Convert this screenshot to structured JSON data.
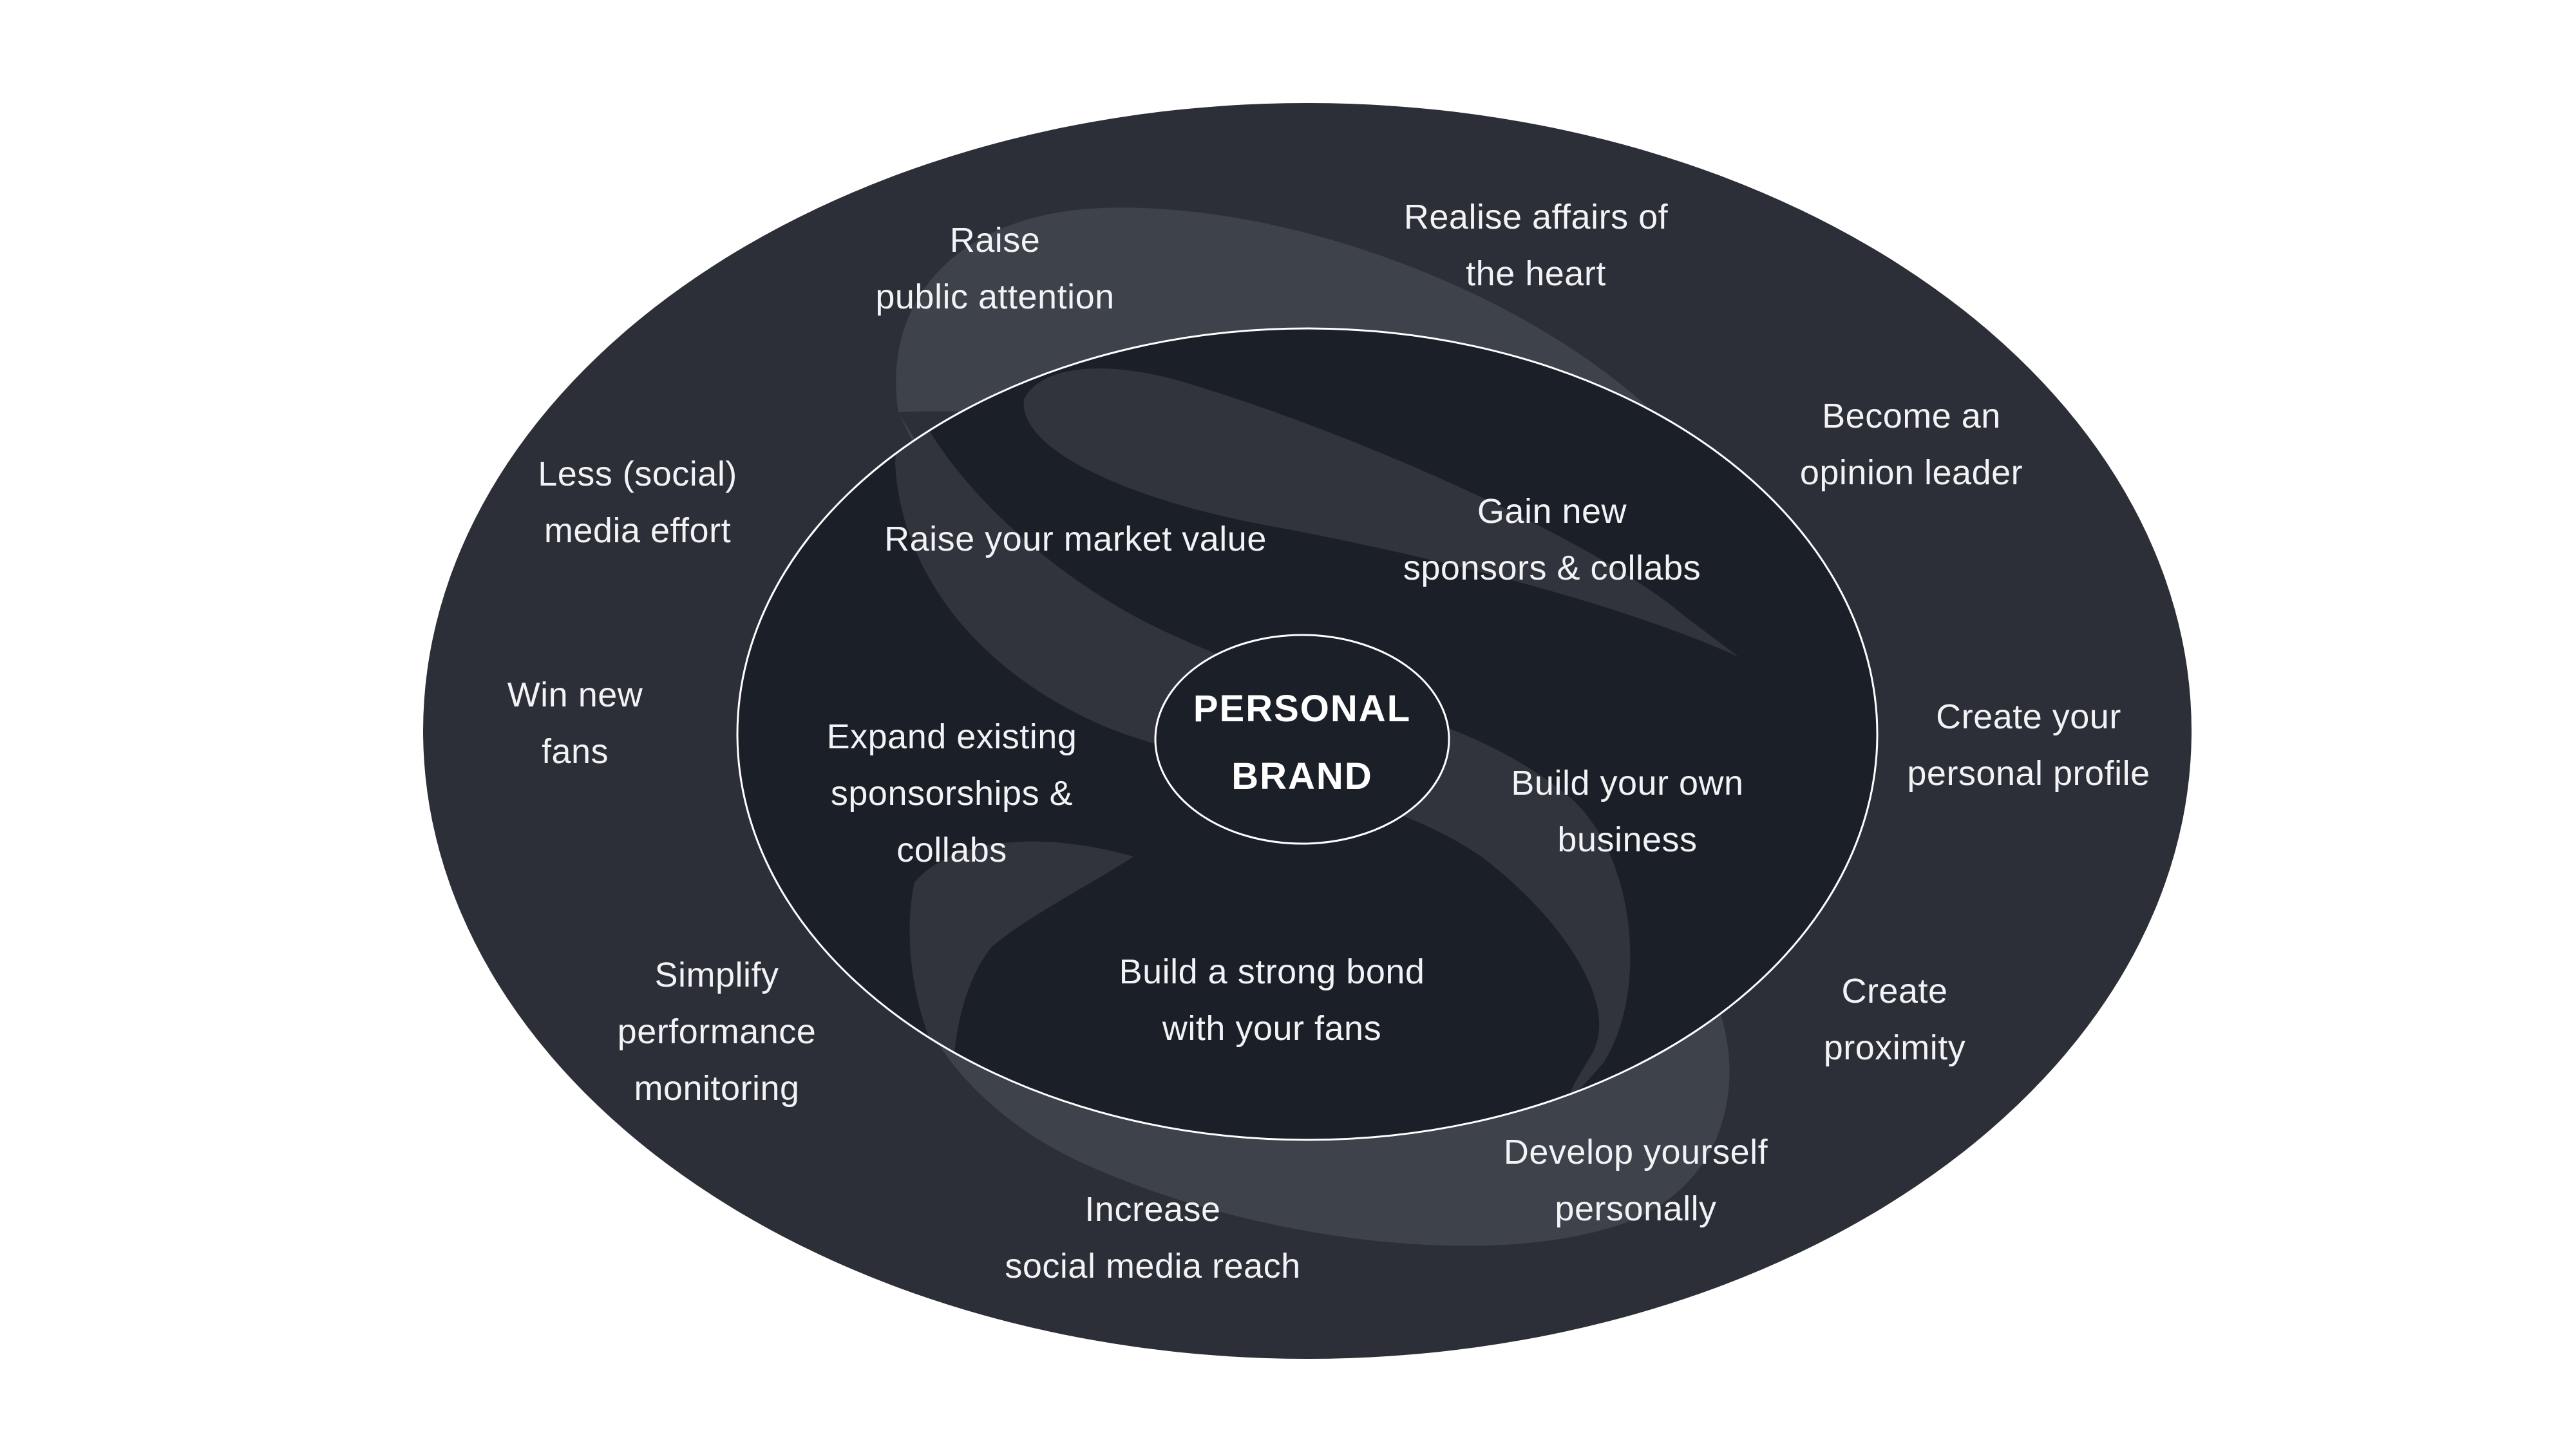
{
  "colors": {
    "background": "#ffffff",
    "outer_ring": "#2c2f37",
    "inner_ring": "#1b1f28",
    "swirl_outer": "#3e424b",
    "swirl_inner": "#31343c",
    "stroke": "#ffffff",
    "text": "#f2f3f5"
  },
  "center": {
    "lines": [
      "PERSONAL",
      "BRAND"
    ]
  },
  "inner_labels": [
    {
      "key": "raise-market-value",
      "lines": [
        "Raise your market value"
      ]
    },
    {
      "key": "gain-sponsors",
      "lines": [
        "Gain new",
        "sponsors & collabs"
      ]
    },
    {
      "key": "expand-sponsorships",
      "lines": [
        "Expand existing",
        "sponsorships &",
        "collabs"
      ]
    },
    {
      "key": "build-business",
      "lines": [
        "Build your own",
        "business"
      ]
    },
    {
      "key": "strong-bond",
      "lines": [
        "Build a strong bond",
        "with your fans"
      ]
    }
  ],
  "outer_labels": [
    {
      "key": "public-attention",
      "lines": [
        "Raise",
        "public attention"
      ]
    },
    {
      "key": "affairs-of-heart",
      "lines": [
        "Realise affairs of",
        "the heart"
      ]
    },
    {
      "key": "opinion-leader",
      "lines": [
        "Become an",
        "opinion leader"
      ]
    },
    {
      "key": "less-effort",
      "lines": [
        "Less (social)",
        "media effort"
      ]
    },
    {
      "key": "win-fans",
      "lines": [
        "Win new",
        "fans"
      ]
    },
    {
      "key": "personal-profile",
      "lines": [
        "Create your",
        "personal profile"
      ]
    },
    {
      "key": "create-proximity",
      "lines": [
        "Create",
        "proximity"
      ]
    },
    {
      "key": "performance-monitoring",
      "lines": [
        "Simplify",
        "performance",
        "monitoring"
      ]
    },
    {
      "key": "develop-personally",
      "lines": [
        "Develop yourself",
        "personally"
      ]
    },
    {
      "key": "social-reach",
      "lines": [
        "Increase",
        "social media reach"
      ]
    }
  ]
}
